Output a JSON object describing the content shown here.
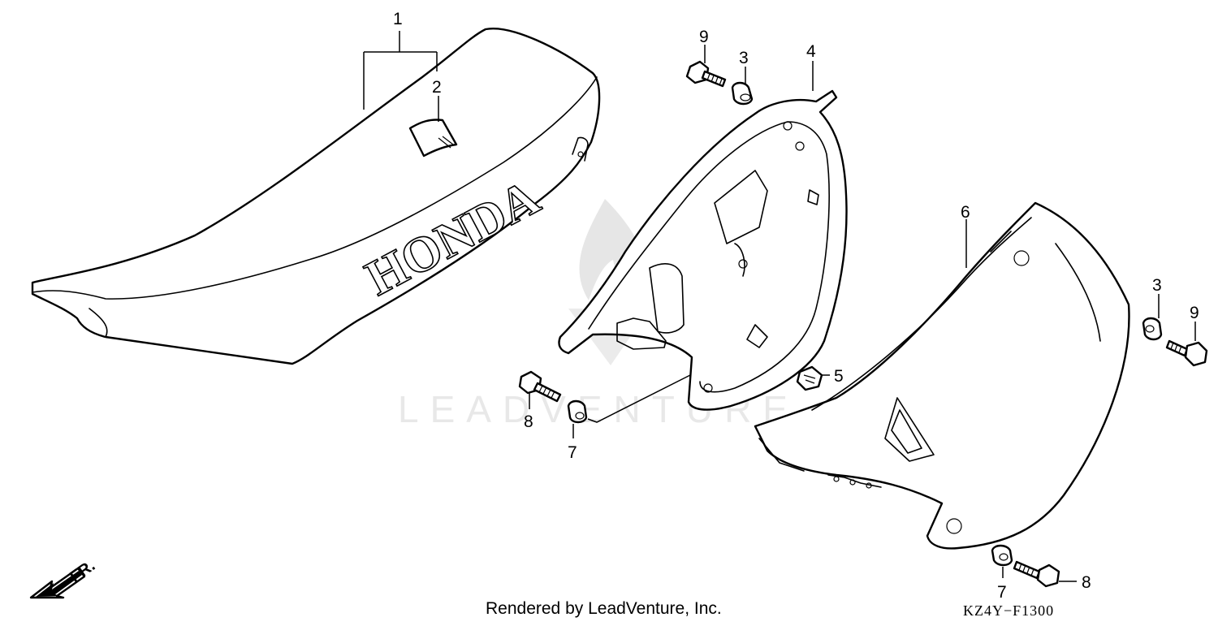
{
  "callouts": {
    "c1": "1",
    "c2": "2",
    "c3a": "3",
    "c3b": "3",
    "c4": "4",
    "c5": "5",
    "c6": "6",
    "c7a": "7",
    "c7b": "7",
    "c8a": "8",
    "c8b": "8",
    "c9a": "9",
    "c9b": "9"
  },
  "seat_brand": "HONDA",
  "watermark": "LEADVENTURE",
  "direction_label": "FR.",
  "footer": {
    "credit": "Rendered by LeadVenture, Inc.",
    "diagram_code": "KZ4Y−F1300"
  }
}
